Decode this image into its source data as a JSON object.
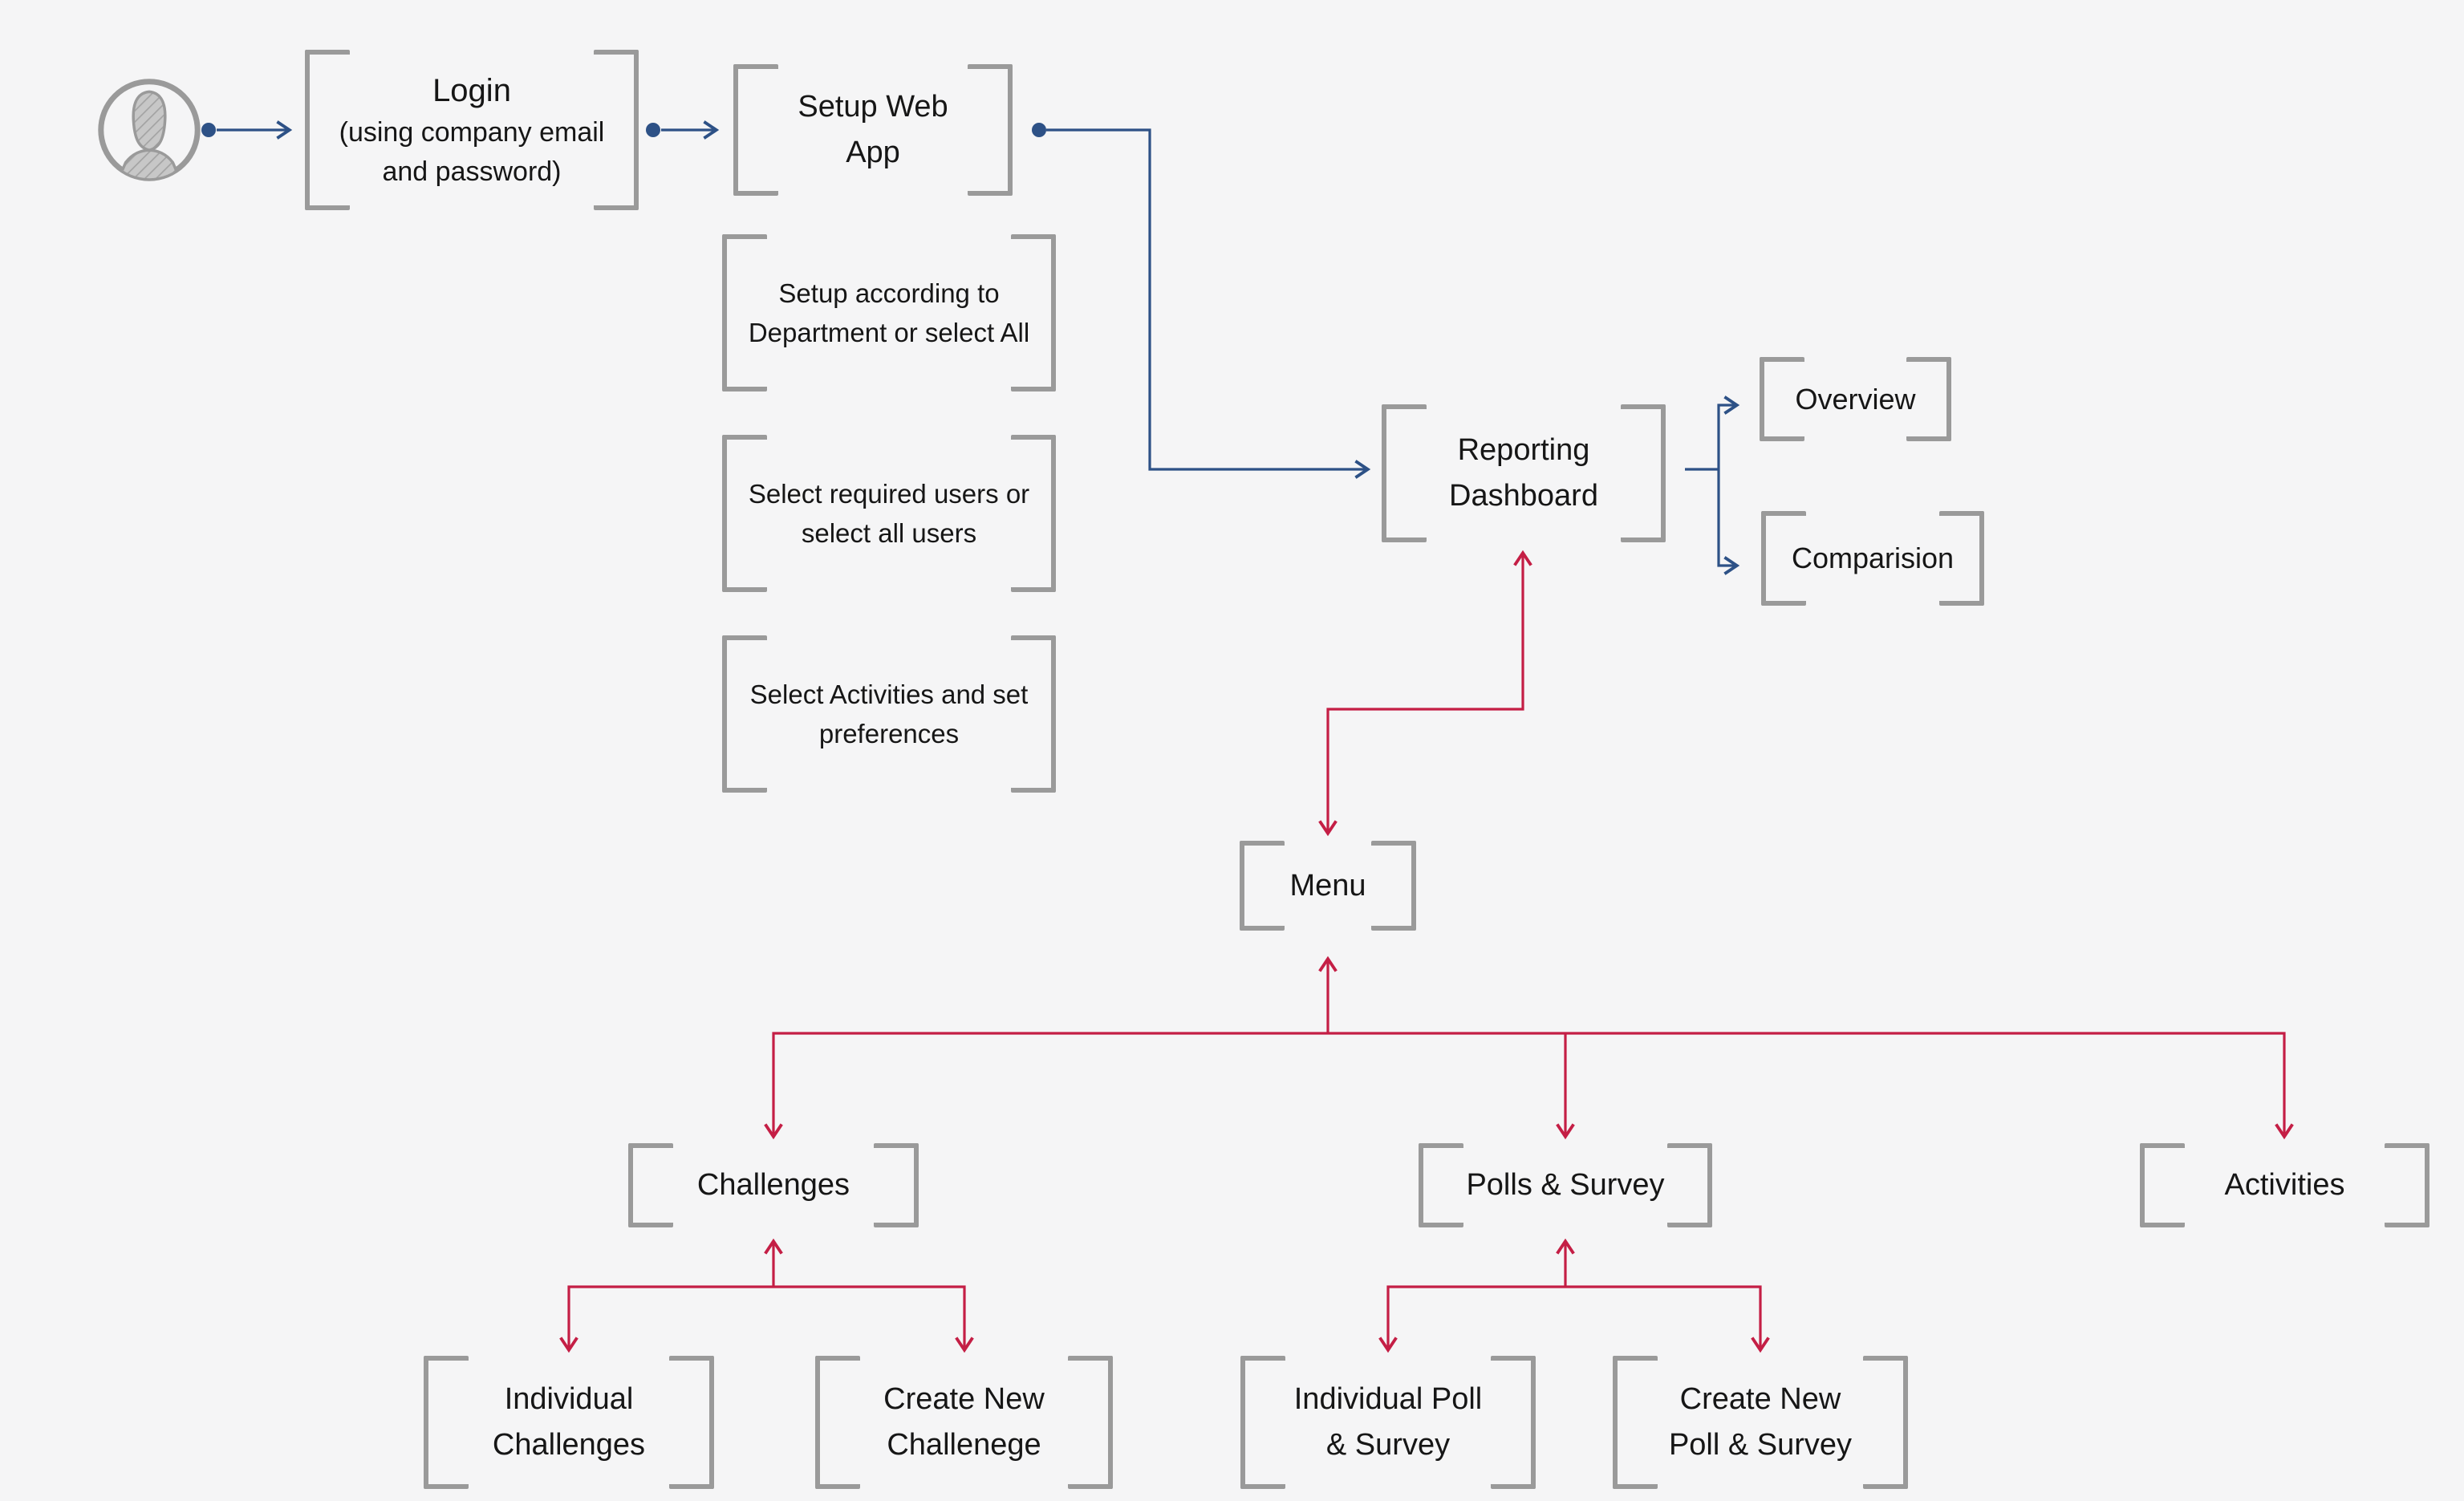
{
  "colors": {
    "background": "#f5f5f6",
    "bracket_gray": "#9a9a9a",
    "arrow_blue": "#2d5186",
    "arrow_red": "#c41e45",
    "text": "#161616"
  },
  "icons": {
    "user": "user-avatar-icon"
  },
  "nodes": {
    "login": {
      "title": "Login",
      "subtitle": "(using company email and password)"
    },
    "setup_web_app": {
      "label": "Setup Web App"
    },
    "setup_department": {
      "label": "Setup according to Department or select All"
    },
    "select_users": {
      "label": "Select required users or select all users"
    },
    "select_activities": {
      "label": "Select Activities and set preferences"
    },
    "reporting_dashboard": {
      "label": "Reporting Dashboard"
    },
    "overview": {
      "label": "Overview"
    },
    "comparision": {
      "label": "Comparision"
    },
    "menu": {
      "label": "Menu"
    },
    "challenges": {
      "label": "Challenges"
    },
    "polls_survey": {
      "label": "Polls & Survey"
    },
    "activities": {
      "label": "Activities"
    },
    "individual_challenges": {
      "label": "Individual Challenges"
    },
    "create_new_challenge": {
      "label": "Create New Challenege"
    },
    "individual_poll_survey": {
      "label": "Individual Poll & Survey"
    },
    "create_new_poll_survey": {
      "label": "Create New Poll & Survey"
    }
  },
  "edges": [
    {
      "from": "user",
      "to": "login",
      "color": "blue",
      "style": "dot-arrow"
    },
    {
      "from": "login",
      "to": "setup_web_app",
      "color": "blue",
      "style": "dot-arrow"
    },
    {
      "from": "setup_web_app",
      "to": "reporting_dashboard",
      "color": "blue",
      "style": "dot-arrow"
    },
    {
      "from": "reporting_dashboard",
      "to": "overview",
      "color": "blue",
      "style": "arrow"
    },
    {
      "from": "reporting_dashboard",
      "to": "comparision",
      "color": "blue",
      "style": "arrow"
    },
    {
      "from": "reporting_dashboard",
      "to": "menu",
      "color": "red",
      "style": "double-arrow"
    },
    {
      "from": "menu",
      "to": "challenges",
      "color": "red",
      "style": "double-arrow"
    },
    {
      "from": "menu",
      "to": "polls_survey",
      "color": "red",
      "style": "double-arrow"
    },
    {
      "from": "menu",
      "to": "activities",
      "color": "red",
      "style": "double-arrow"
    },
    {
      "from": "challenges",
      "to": "individual_challenges",
      "color": "red",
      "style": "double-arrow"
    },
    {
      "from": "challenges",
      "to": "create_new_challenge",
      "color": "red",
      "style": "double-arrow"
    },
    {
      "from": "polls_survey",
      "to": "individual_poll_survey",
      "color": "red",
      "style": "double-arrow"
    },
    {
      "from": "polls_survey",
      "to": "create_new_poll_survey",
      "color": "red",
      "style": "double-arrow"
    }
  ]
}
